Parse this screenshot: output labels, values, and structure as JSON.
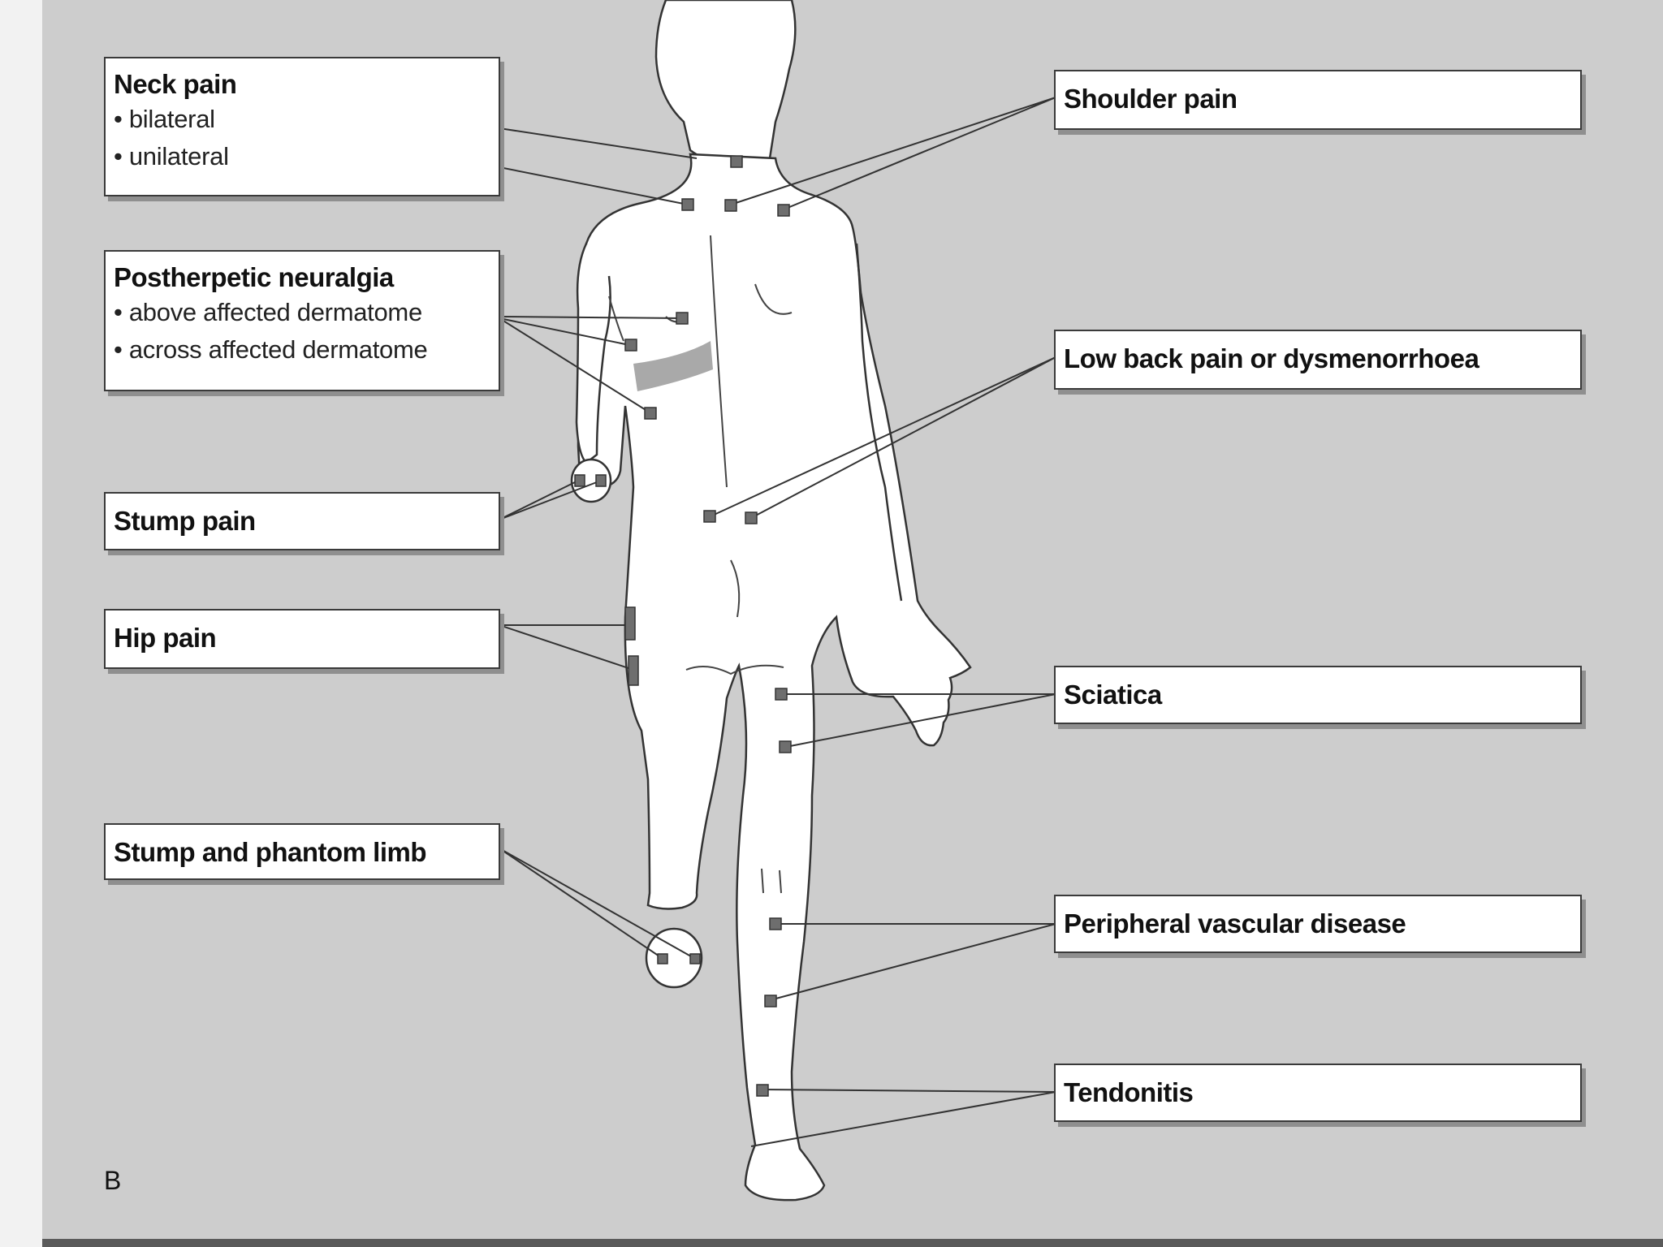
{
  "panel_letter": "B",
  "labels": {
    "neck_pain": {
      "title": "Neck pain",
      "items": [
        "• bilateral",
        "• unilateral"
      ]
    },
    "postherpetic": {
      "title": "Postherpetic neuralgia",
      "items": [
        "• above affected dermatome",
        "• across affected dermatome"
      ]
    },
    "stump_pain": {
      "title": "Stump pain"
    },
    "hip_pain": {
      "title": "Hip pain"
    },
    "stump_phantom": {
      "title": "Stump and phantom limb"
    },
    "shoulder_pain": {
      "title": "Shoulder pain"
    },
    "low_back": {
      "title": "Low back pain or dysmenorrhoea"
    },
    "sciatica": {
      "title": "Sciatica"
    },
    "pvd": {
      "title": "Peripheral vascular disease"
    },
    "tendonitis": {
      "title": "Tendonitis"
    }
  },
  "colors": {
    "background": "#cdcdcd",
    "body_fill": "#ffffff",
    "outline": "#333333",
    "dermatome_band": "#a9a9a9",
    "electrode": "#6e6e6e"
  }
}
